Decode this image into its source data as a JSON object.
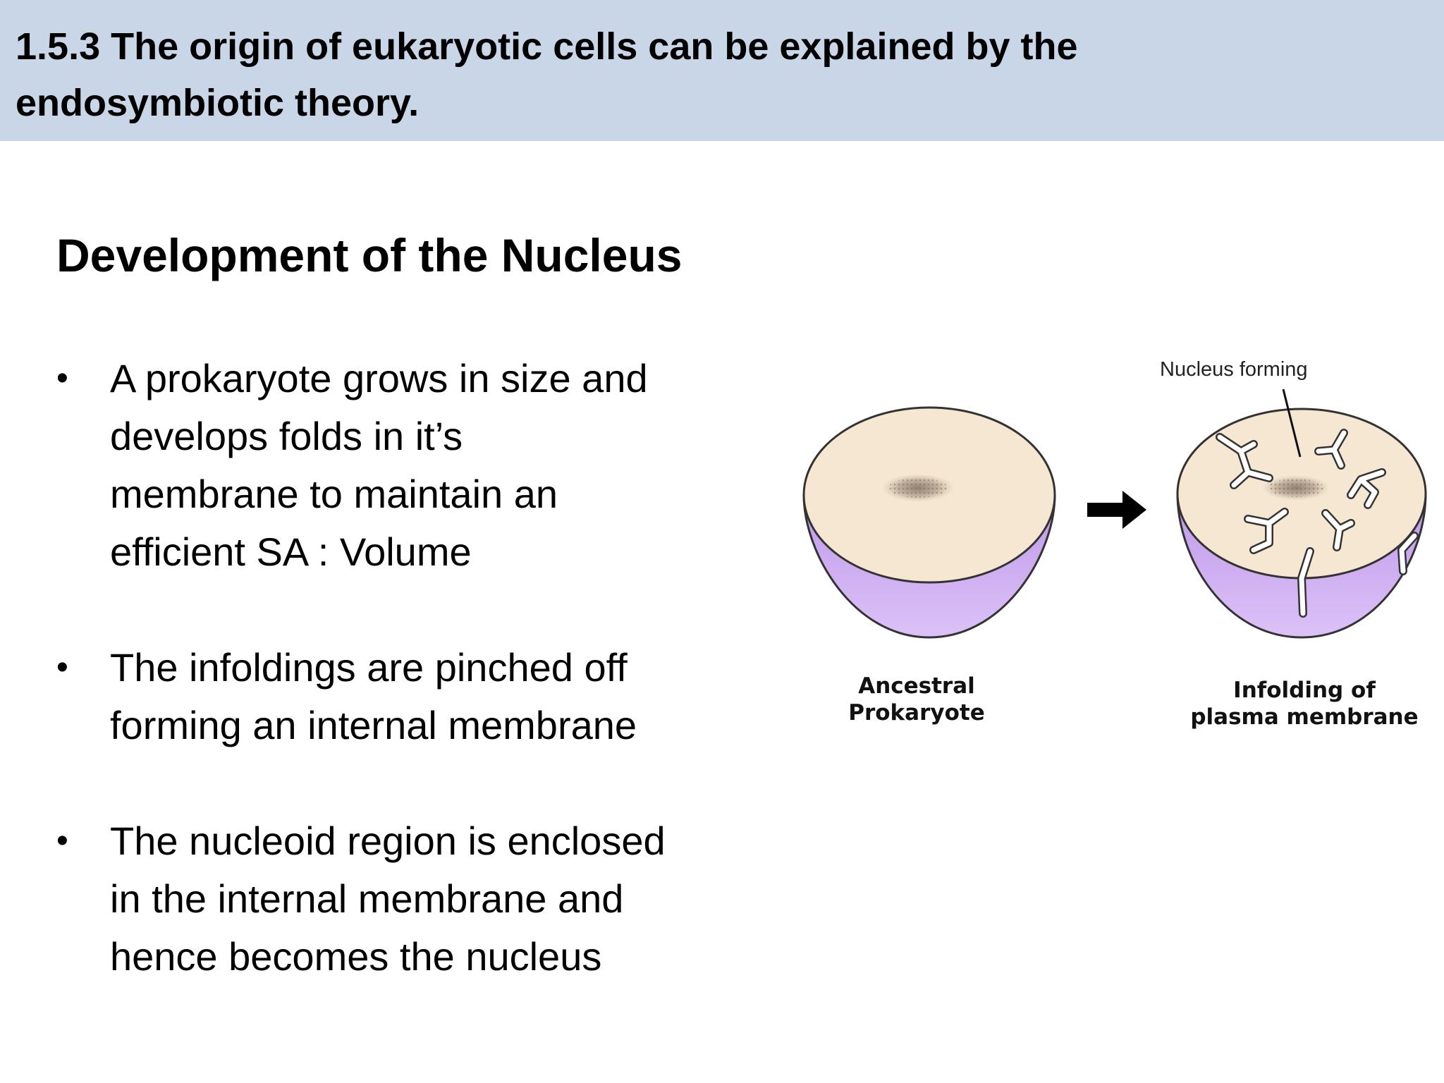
{
  "header": {
    "title_line1": "1.5.3 The origin of eukaryotic cells can be explained by the",
    "title_line2": "endosymbiotic theory."
  },
  "section": {
    "heading": "Development of the Nucleus"
  },
  "bullets": [
    {
      "lines": [
        "A prokaryote grows in size and",
        "develops folds in it’s",
        "membrane to maintain an",
        "efficient SA : Volume"
      ]
    },
    {
      "lines": [
        "The infoldings are pinched off",
        "forming an internal membrane"
      ]
    },
    {
      "lines": [
        "The nucleoid region is enclosed",
        "in the internal membrane and",
        "hence becomes the nucleus"
      ]
    }
  ],
  "bullet_symbol": "•",
  "diagram": {
    "label_nucleus_forming": "Nucleus forming",
    "label_ancestral_line1": "Ancestral",
    "label_ancestral_line2": "Prokaryote",
    "label_infolding_line1": "Infolding of",
    "label_infolding_line2": "plasma membrane",
    "colors": {
      "cytoplasm": "#f6e7d3",
      "membrane_outer": "#c9a4ee",
      "membrane_outer_light": "#d9bef5",
      "nucleoid": "#9c8c7c",
      "arrow": "#000000"
    },
    "arrow_icon": "right-arrow-icon"
  },
  "theme": {
    "title_bar_color": "#c9d6e8"
  }
}
